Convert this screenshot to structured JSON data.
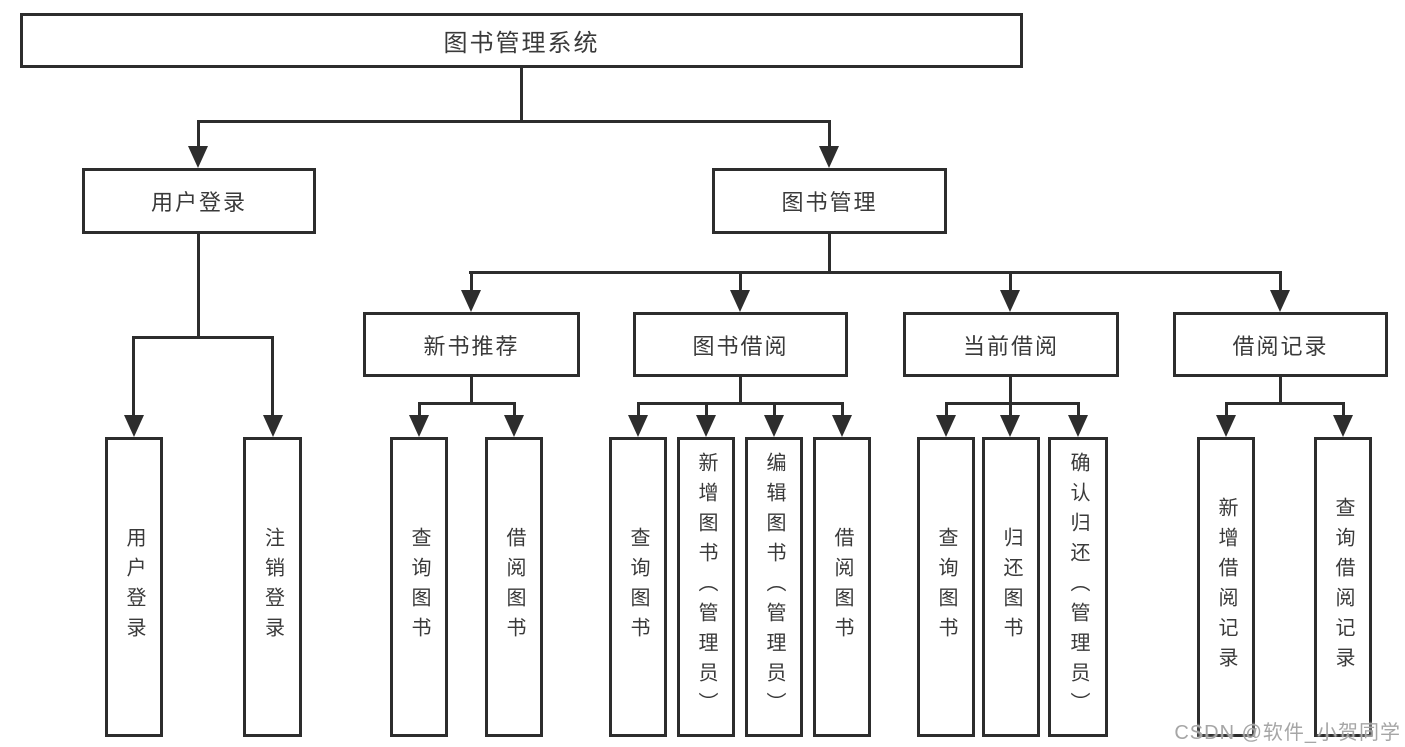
{
  "watermark": "CSDN @软件_小贺同学",
  "nodes": {
    "root": "图书管理系统",
    "user_login": "用户登录",
    "book_mgmt": "图书管理",
    "new_book_rec": "新书推荐",
    "book_borrow": "图书借阅",
    "current_borrow": "当前借阅",
    "borrow_record": "借阅记录",
    "leaf_user_login": "用户登录",
    "leaf_logout": "注销登录",
    "rec_query_book": "查询图书",
    "rec_borrow_book": "借阅图书",
    "bb_query_book": "查询图书",
    "bb_add_book": "新增图书（管理员）",
    "bb_edit_book": "编辑图书（管理员）",
    "bb_borrow_book": "借阅图书",
    "cb_query_book": "查询图书",
    "cb_return_book": "归还图书",
    "cb_confirm_return": "确认归还（管理员）",
    "br_add_record": "新增借阅记录",
    "br_query_record": "查询借阅记录"
  },
  "colors": {
    "line": "#2d2d2d",
    "text": "#3a3a3a",
    "watermark": "#a6a6a6",
    "background": "#ffffff"
  }
}
